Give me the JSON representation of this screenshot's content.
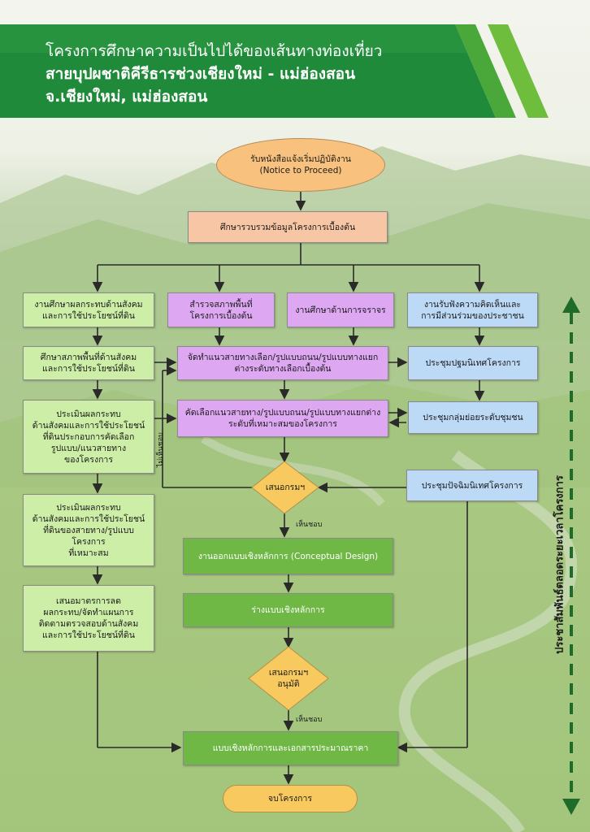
{
  "header": {
    "line1": "โครงการศึกษาความเป็นไปได้ของเส้นทางท่องเที่ยว",
    "line2": "สายบุปผชาติคีรีธารช่วงเชียงใหม่ - แม่ฮ่องสอน",
    "line3": "จ.เชียงใหม่, แม่ฮ่องสอน"
  },
  "nodes": {
    "start": "รับหนังสือแจ้งเริ่มปฏิบัติงาน\n(Notice to Proceed)",
    "collect": "ศึกษารวบรวมข้อมูลโครงการเบื้องต้น",
    "social_study": "งานศึกษาผลกระทบด้านสังคม\nและการใช้ประโยชน์ที่ดิน",
    "survey": "สำรวจสภาพพื้นที่\nโครงการเบื้องต้น",
    "traffic": "งานศึกษาด้านการจราจร",
    "public": "งานรับฟังความคิดเห็นและ\nการมีส่วนร่วมของประชาชน",
    "area_study": "ศึกษาสภาพพื้นที่ด้านสังคม\nและการใช้ประโยชน์ที่ดิน",
    "alternatives": "จัดทำแนวสายทางเลือก/รูปแบบถนน/รูปแบบทางแยก\nต่างระดับทางเลือกเบื้องต้น",
    "meeting1": "ประชุมปฐมนิเทศโครงการ",
    "assess1": "ประเมินผลกระทบ\nด้านสังคมและการใช้ประโยชน์\nที่ดินประกอบการคัดเลือก\nรูปแบบ/แนวสายทาง\nของโครงการ",
    "select": "คัดเลือกแนวสายทาง/รูปแบบถนน/รูปแบบทางแยกต่าง\nระดับที่เหมาะสมของโครงการ",
    "meeting2": "ประชุมกลุ่มย่อยระดับชุมชน",
    "propose1": "เสนอกรมฯ",
    "meeting3": "ประชุมปัจฉิมนิเทศโครงการ",
    "assess2": "ประเมินผลกระทบ\nด้านสังคมและการใช้ประโยชน์\nที่ดินของสายทาง/รูปแบบโครงการ\nที่เหมาะสม",
    "conceptual": "งานออกแบบเชิงหลักการ (Conceptual Design)",
    "mitigation": "เสนอมาตรการลด\nผลกระทบ/จัดทำแผนการ\nติดตามตรวจสอบด้านสังคม\nและการใช้ประโยชน์ที่ดิน",
    "draft": "ร่างแบบเชิงหลักการ",
    "propose2": "เสนอกรมฯ\nอนุมัติ",
    "final": "แบบเชิงหลักการและเอกสารประมาณราคา",
    "end": "จบโครงการ"
  },
  "labels": {
    "disagree": "ไม่เห็นชอบ",
    "agree1": "เห็นชอบ",
    "agree2": "เห็นชอบ",
    "side": "ประชาสัมพันธ์ตลอดระยะเวลาโครงการ"
  },
  "colors": {
    "header_green": "#1f8a3a",
    "box_green": "#cdeea7",
    "box_purple": "#dda8f1",
    "box_blue": "#bcd9f6",
    "box_peach": "#f7c6a4",
    "box_dark_green": "#6fb845",
    "diamond": "#f8c95e",
    "arrow": "#2a2a2a",
    "side_arrow": "#1f6b2a"
  }
}
